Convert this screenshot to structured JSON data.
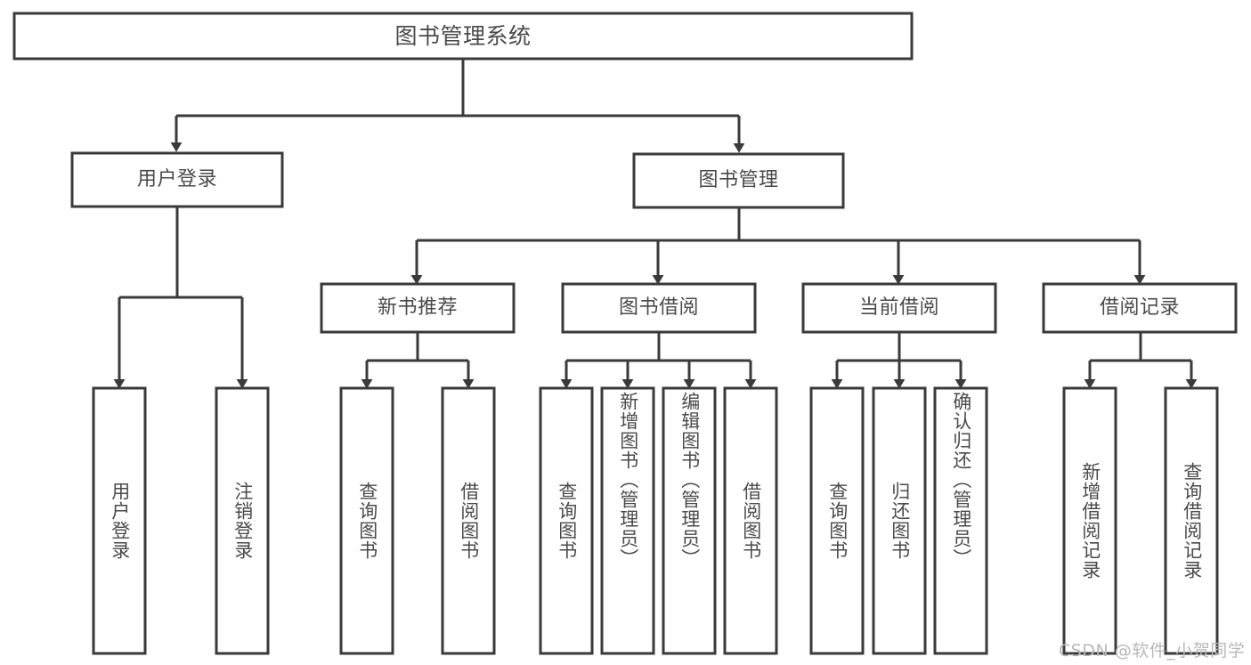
{
  "diagram": {
    "type": "tree-hierarchy",
    "title": "图书管理系统",
    "root": {
      "label": "图书管理系统"
    },
    "level2": [
      {
        "label": "用户登录"
      },
      {
        "label": "图书管理"
      }
    ],
    "level3": [
      {
        "label": "新书推荐"
      },
      {
        "label": "图书借阅"
      },
      {
        "label": "当前借阅"
      },
      {
        "label": "借阅记录"
      }
    ],
    "leaves": {
      "user_login": [
        {
          "label": "用户登录"
        },
        {
          "label": "注销登录"
        }
      ],
      "new_book_recommend": [
        {
          "label": "查询图书"
        },
        {
          "label": "借阅图书"
        }
      ],
      "book_borrow": [
        {
          "label": "查询图书"
        },
        {
          "label": "新增图书（管理员）"
        },
        {
          "label": "编辑图书（管理员）"
        },
        {
          "label": "借阅图书"
        }
      ],
      "current_borrow": [
        {
          "label": "查询图书"
        },
        {
          "label": "归还图书"
        },
        {
          "label": "确认归还（管理员）"
        }
      ],
      "borrow_record": [
        {
          "label": "新增借阅记录"
        },
        {
          "label": "查询借阅记录"
        }
      ]
    },
    "watermark": "CSDN @软件_小贺同学",
    "colors": {
      "stroke": "#3a3a3a",
      "fill": "#ffffff",
      "text": "#4a4a4a",
      "watermark": "#b8b8b8",
      "background": "#ffffff"
    }
  }
}
